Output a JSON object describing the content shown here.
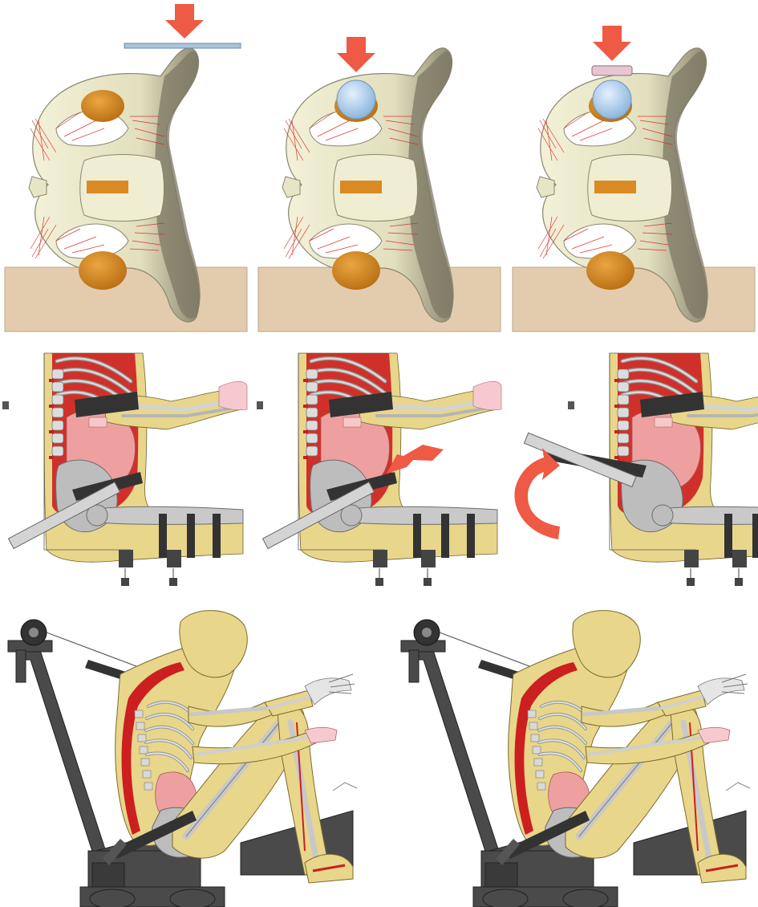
{
  "figure": {
    "rows": [
      {
        "id": "pelvis-loading",
        "panels": [
          {
            "id": "pelvis-plate",
            "load_arrow": true,
            "impactor": "flat-plate"
          },
          {
            "id": "pelvis-sphere",
            "load_arrow": true,
            "impactor": "sphere"
          },
          {
            "id": "pelvis-sphere-cap",
            "load_arrow": true,
            "impactor": "sphere-with-cap"
          }
        ]
      },
      {
        "id": "seated-belt-interaction",
        "panels": [
          {
            "id": "belt-baseline",
            "arrow": "none"
          },
          {
            "id": "belt-push",
            "arrow": "straight"
          },
          {
            "id": "belt-rotate",
            "arrow": "curved"
          }
        ]
      },
      {
        "id": "full-body-sled",
        "panels": [
          {
            "id": "sled-left"
          },
          {
            "id": "sled-right"
          }
        ]
      }
    ],
    "colors": {
      "arrow": "#ee5a44",
      "bone": "#ece9c8",
      "bone_shade": "#8f8a74",
      "joint": "#d98a22",
      "support": "#e3ccad",
      "flesh": "#e8d68a",
      "organ": "#eea0a0",
      "muscle": "#cc1f1f",
      "belt": "#333333",
      "sphere": "#a9ccec",
      "steel": "#4a4a4a",
      "plate": "#a9c3dd"
    }
  }
}
